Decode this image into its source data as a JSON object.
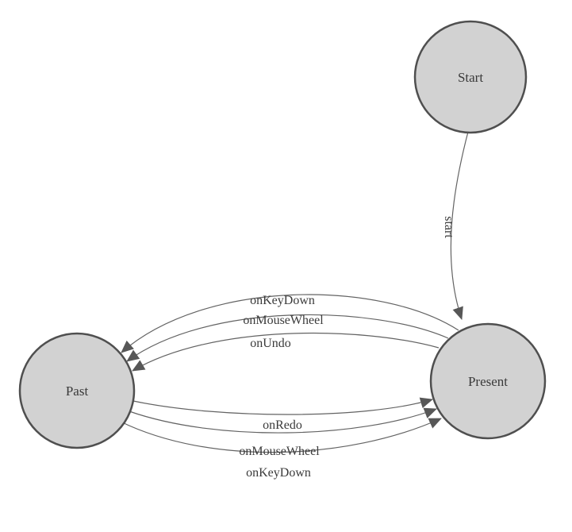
{
  "diagram": {
    "nodes": [
      {
        "id": "start",
        "label": "Start"
      },
      {
        "id": "present",
        "label": "Present"
      },
      {
        "id": "past",
        "label": "Past"
      }
    ],
    "edges": [
      {
        "from": "start",
        "to": "present",
        "label": "start"
      },
      {
        "from": "present",
        "to": "past",
        "label": "onKeyDown"
      },
      {
        "from": "present",
        "to": "past",
        "label": "onMouseWheel"
      },
      {
        "from": "present",
        "to": "past",
        "label": "onUndo"
      },
      {
        "from": "past",
        "to": "present",
        "label": "onRedo"
      },
      {
        "from": "past",
        "to": "present",
        "label": "onMouseWheel"
      },
      {
        "from": "past",
        "to": "present",
        "label": "onKeyDown"
      }
    ],
    "colors": {
      "node_fill": "#d2d2d2",
      "node_stroke": "#4f4f4f",
      "edge_stroke": "#636363",
      "arrow_fill": "#575757",
      "text": "#3a3a3a"
    }
  }
}
